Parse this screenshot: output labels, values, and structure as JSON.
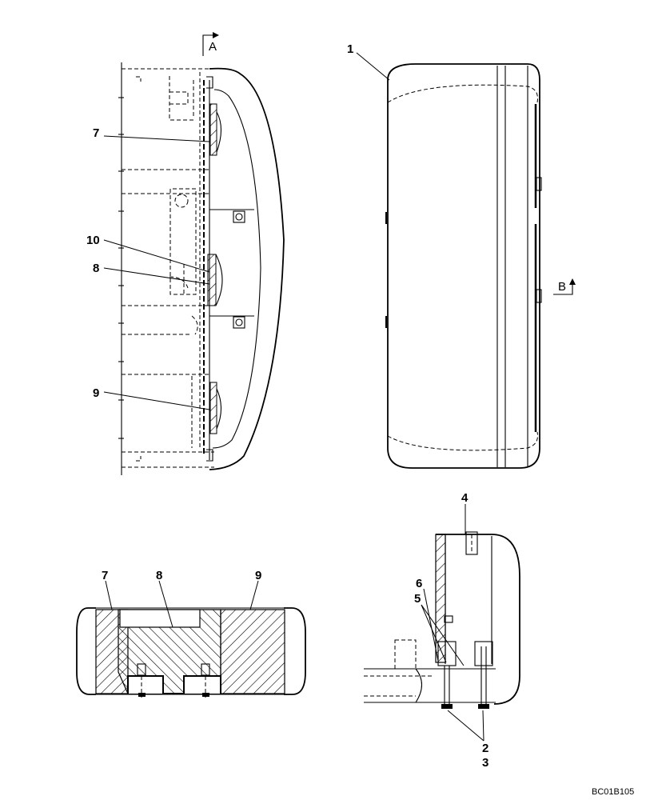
{
  "drawing_code": "BC01B105",
  "section_markers": {
    "a": "A",
    "b": "B"
  },
  "callouts": {
    "c1": "1",
    "c2": "2",
    "c3": "3",
    "c4": "4",
    "c5": "5",
    "c6": "6",
    "c7": "7",
    "c8": "8",
    "c9": "9",
    "c10": "10"
  }
}
